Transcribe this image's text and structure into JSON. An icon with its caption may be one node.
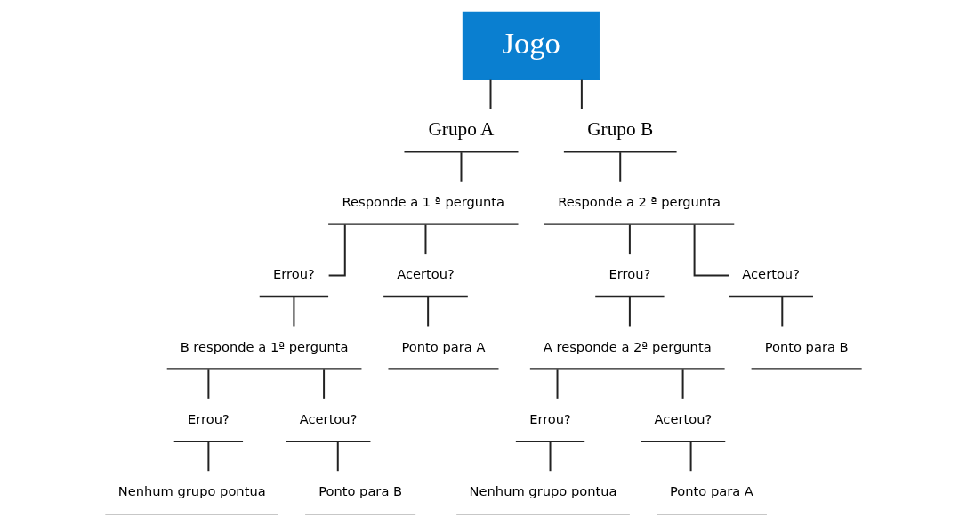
{
  "diagram": {
    "nodes": [
      {
        "text": [
          "Jogo"
        ]
      },
      {
        "text": [
          "Grupo A"
        ]
      },
      {
        "text": [
          "Grupo B"
        ]
      },
      {
        "text": [
          "Responde a 1 ª pergunta"
        ]
      },
      {
        "text": [
          "Errou?"
        ]
      },
      {
        "text": [
          "Acertou?"
        ]
      },
      {
        "text": [
          "B responde a 1ª pergunta"
        ]
      },
      {
        "text": [
          "Ponto para A"
        ]
      },
      {
        "text": [
          "Errou?"
        ]
      },
      {
        "text": [
          "Acertou?"
        ]
      },
      {
        "text": [
          "Nenhum grupo pontua"
        ]
      },
      {
        "text": [
          "Ponto para B"
        ]
      },
      {
        "text": [
          "Responde a 2 ª pergunta"
        ]
      },
      {
        "text": [
          "Errou?"
        ]
      },
      {
        "text": [
          "Acertou?"
        ]
      },
      {
        "text": [
          "A responde a 2ª pergunta"
        ]
      },
      {
        "text": [
          "Ponto para B"
        ]
      },
      {
        "text": [
          "Errou?"
        ]
      },
      {
        "text": [
          "Acertou?"
        ]
      },
      {
        "text": [
          "Nenhum grupo pontua"
        ]
      },
      {
        "text": [
          "Ponto para A"
        ]
      }
    ],
    "edges": [
      {
        "from": 0,
        "to": 1,
        "arrow": "none"
      },
      {
        "from": 0,
        "to": 2,
        "arrow": "none"
      },
      {
        "from": 1,
        "to": 3,
        "arrow": "none"
      },
      {
        "from": 3,
        "to": 4,
        "arrow": "none"
      },
      {
        "from": 3,
        "to": 5,
        "arrow": "none"
      },
      {
        "from": 4,
        "to": 6,
        "arrow": "none"
      },
      {
        "from": 5,
        "to": 7,
        "arrow": "none"
      },
      {
        "from": 6,
        "to": 8,
        "arrow": "none"
      },
      {
        "from": 6,
        "to": 9,
        "arrow": "none"
      },
      {
        "from": 8,
        "to": 10,
        "arrow": "none"
      },
      {
        "from": 9,
        "to": 11,
        "arrow": "none"
      },
      {
        "from": 2,
        "to": 12,
        "arrow": "none"
      },
      {
        "from": 12,
        "to": 13,
        "arrow": "none"
      },
      {
        "from": 12,
        "to": 14,
        "arrow": "none"
      },
      {
        "from": 13,
        "to": 15,
        "arrow": "none"
      },
      {
        "from": 14,
        "to": 16,
        "arrow": "none"
      },
      {
        "from": 15,
        "to": 17,
        "arrow": "none"
      },
      {
        "from": 15,
        "to": 18,
        "arrow": "none"
      },
      {
        "from": 17,
        "to": 19,
        "arrow": "none"
      },
      {
        "from": 18,
        "to": 20,
        "arrow": "none"
      }
    ]
  }
}
